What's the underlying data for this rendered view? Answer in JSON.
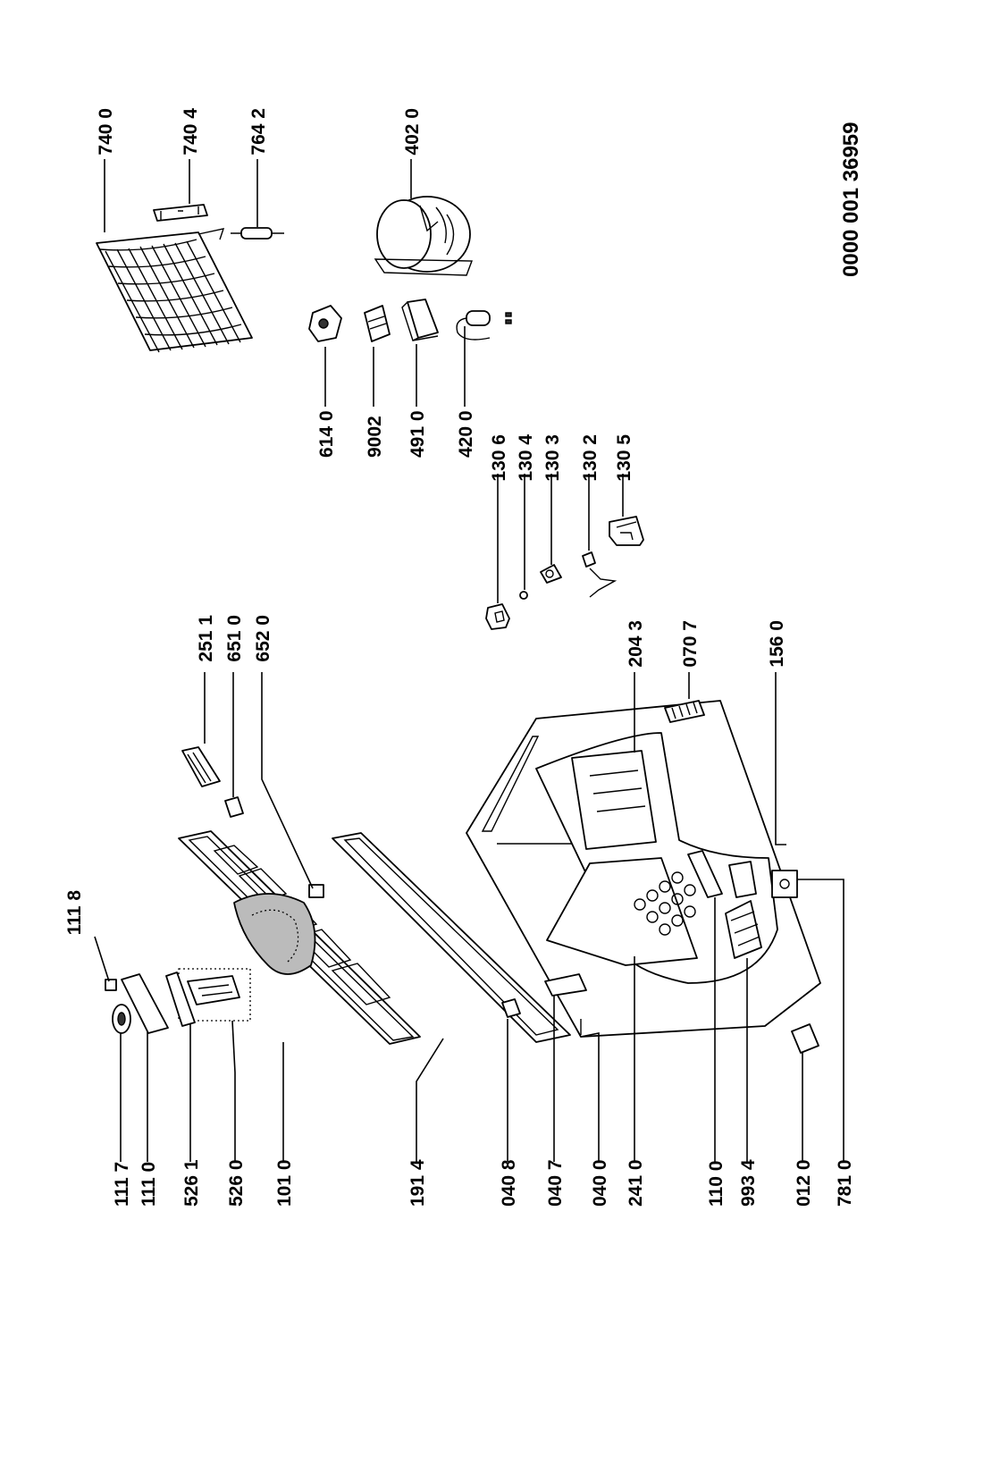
{
  "document_code": "0000 001 36959",
  "labels": {
    "l_111_8": "111 8",
    "l_111_7": "111 7",
    "l_111_0": "111 0",
    "l_526_1": "526 1",
    "l_526_0": "526 0",
    "l_101_0": "101 0",
    "l_191_4": "191 4",
    "l_040_8": "040 8",
    "l_040_7": "040 7",
    "l_040_0": "040 0",
    "l_241_0": "241 0",
    "l_110_0": "110 0",
    "l_993_4": "993 4",
    "l_012_0": "012 0",
    "l_781_0": "781 0",
    "l_251_1": "251 1",
    "l_651_0": "651 0",
    "l_652_0": "652 0",
    "l_204_3": "204 3",
    "l_070_7": "070 7",
    "l_156_0": "156 0",
    "l_130_6": "130 6",
    "l_130_4": "130 4",
    "l_130_3": "130 3",
    "l_130_2": "130 2",
    "l_130_5": "130 5",
    "l_614_0": "614 0",
    "l_9002": "9002",
    "l_491_0": "491 0",
    "l_420_0": "420 0",
    "l_740_0": "740 0",
    "l_740_4": "740 4",
    "l_764_2": "764 2",
    "l_402_0": "402 0"
  }
}
